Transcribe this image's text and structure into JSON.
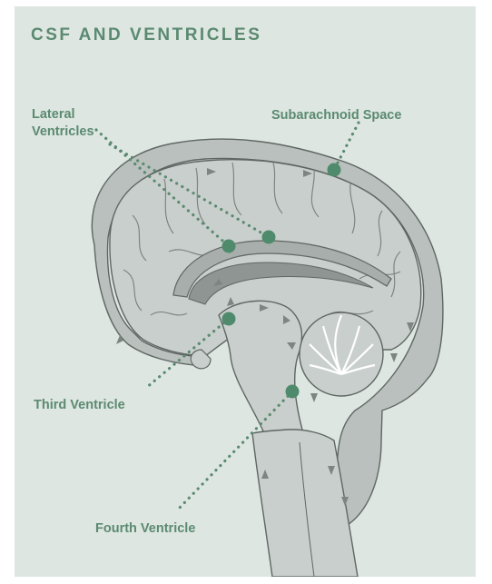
{
  "title": "CSF AND VENTRICLES",
  "labels": {
    "lateral_line1": "Lateral",
    "lateral_line2": "Ventricles",
    "subarachnoid": "Subarachnoid Space",
    "third": "Third Ventricle",
    "fourth": "Fourth Ventricle"
  },
  "colors": {
    "background": "#dde6e1",
    "accent": "#5b8a70",
    "marker": "#4f8a6c",
    "tissue": "#c9cfcc",
    "tissue_dark": "#9ba29f",
    "outline": "#5f6663"
  }
}
